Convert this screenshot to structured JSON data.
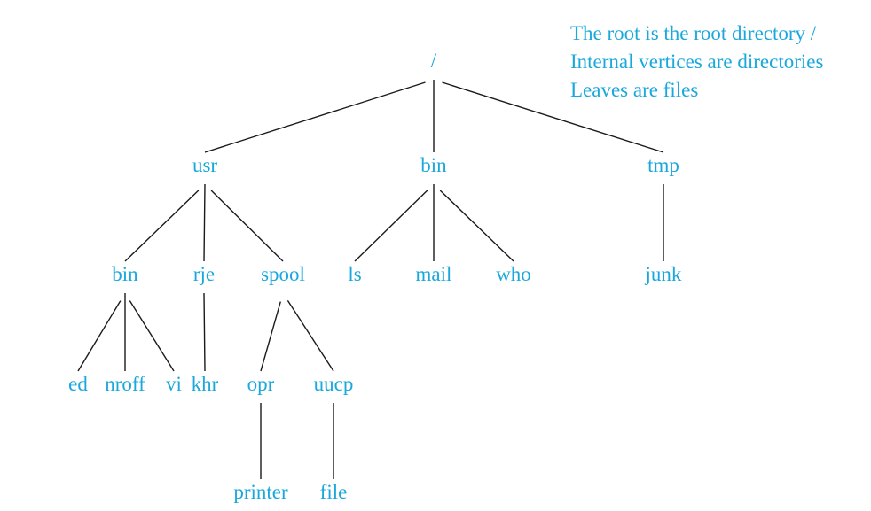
{
  "colors": {
    "label": "#1aa8dc",
    "edge": "#1a1a1a",
    "background": "#ffffff"
  },
  "legend": {
    "line1": "The root is the root directory /",
    "line2": "Internal vertices are directories",
    "line3": "Leaves are files"
  },
  "nodes": {
    "root": "/",
    "usr": "usr",
    "bin": "bin",
    "tmp": "tmp",
    "usr_bin": "bin",
    "rje": "rje",
    "spool": "spool",
    "ls": "ls",
    "mail": "mail",
    "who": "who",
    "junk": "junk",
    "ed": "ed",
    "nroff": "nroff",
    "vi": "vi",
    "khr": "khr",
    "opr": "opr",
    "uucp": "uucp",
    "printer": "printer",
    "file": "file"
  },
  "edges": [
    [
      "root",
      "usr"
    ],
    [
      "root",
      "bin"
    ],
    [
      "root",
      "tmp"
    ],
    [
      "usr",
      "usr_bin"
    ],
    [
      "usr",
      "rje"
    ],
    [
      "usr",
      "spool"
    ],
    [
      "bin",
      "ls"
    ],
    [
      "bin",
      "mail"
    ],
    [
      "bin",
      "who"
    ],
    [
      "tmp",
      "junk"
    ],
    [
      "usr_bin",
      "ed"
    ],
    [
      "usr_bin",
      "nroff"
    ],
    [
      "usr_bin",
      "vi"
    ],
    [
      "rje",
      "khr"
    ],
    [
      "spool",
      "opr"
    ],
    [
      "spool",
      "uucp"
    ],
    [
      "opr",
      "printer"
    ],
    [
      "uucp",
      "file"
    ]
  ]
}
